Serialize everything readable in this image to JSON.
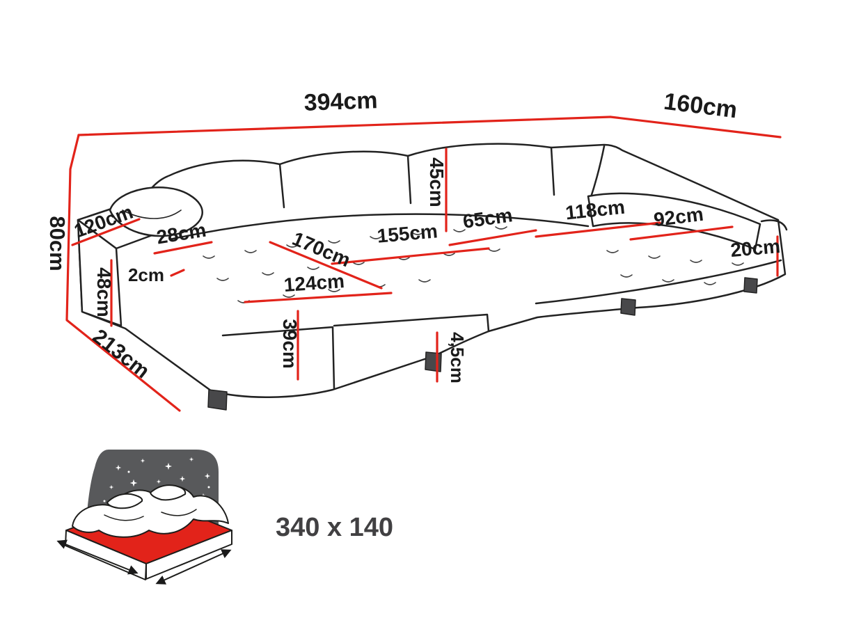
{
  "diagram": {
    "type": "u-shaped-sofa-dimension-diagram",
    "colors": {
      "dimension_line": "#e2231a",
      "outline": "#222222",
      "night_icon_gray": "#58595b",
      "mattress_red": "#e2231a",
      "background": "#ffffff"
    },
    "labels": {
      "total_width": "394cm",
      "total_depth_right": "160cm",
      "total_height": "80cm",
      "left_armrest_length": "120cm",
      "left_armrest_width": "28cm",
      "gap": "2cm",
      "armrest_height": "48cm",
      "left_chaise_depth": "213cm",
      "left_seat_diagonal": "170cm",
      "left_seat_width": "124cm",
      "seat_height": "39cm",
      "middle_seat_width": "155cm",
      "backrest_height": "45cm",
      "middle_seat_depth": "65cm",
      "leg_height": "4,5cm",
      "right_seat_width": "118cm",
      "right_chaise_width": "92cm",
      "right_armrest_width": "20cm"
    },
    "sleeping_area_label": "340 x 140"
  }
}
